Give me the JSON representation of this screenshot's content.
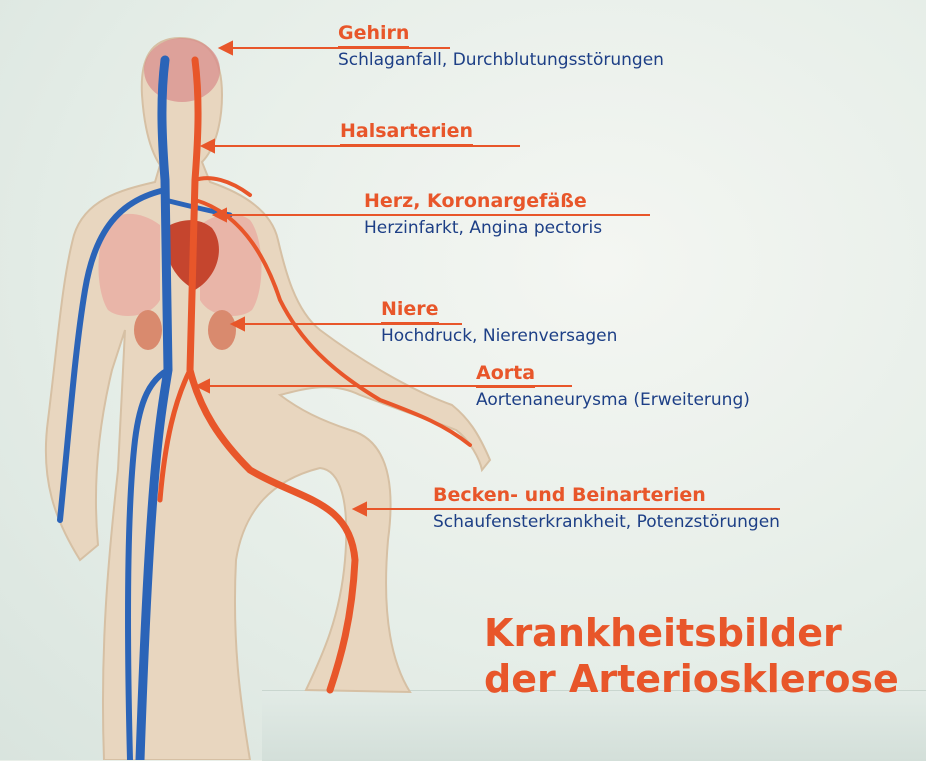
{
  "colors": {
    "artery": "#e8562a",
    "vein": "#2b64b8",
    "text": "#1d3f86",
    "skin": "#e8d6bf"
  },
  "labels": {
    "brain": {
      "title": "Gehirn",
      "subtitle": "Schlaganfall, Durchblutungsstörungen"
    },
    "neck": {
      "title": "Halsarterien"
    },
    "heart": {
      "title": "Herz, Koronargefäße",
      "subtitle": "Herzinfarkt, Angina pectoris"
    },
    "kidney": {
      "title": "Niere",
      "subtitle": "Hochdruck, Nierenversagen"
    },
    "aorta": {
      "title": "Aorta",
      "subtitle": "Aortenaneurysma (Erweiterung)"
    },
    "legs": {
      "title": "Becken- und Beinarterien",
      "subtitle": "Schaufensterkrankheit, Potenzstörungen"
    }
  },
  "heading": {
    "line1": "Krankheitsbilder",
    "line2": "der Arteriosklerose"
  }
}
